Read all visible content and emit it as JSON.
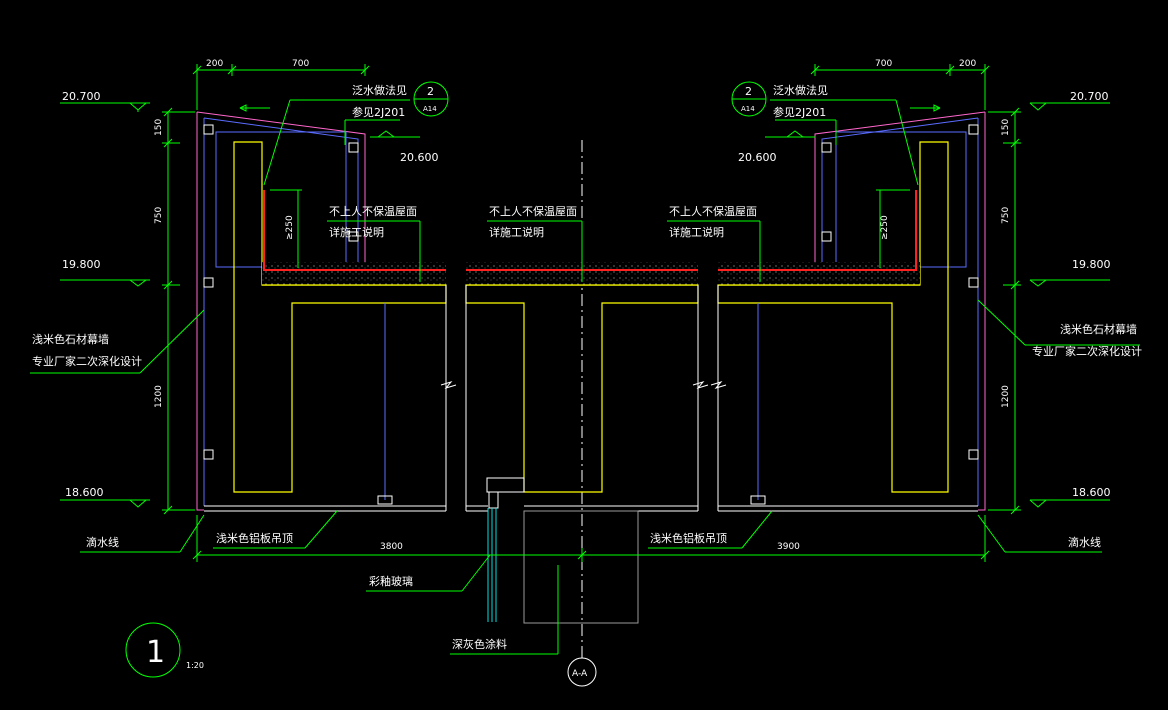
{
  "drawing": {
    "colors": {
      "background": "#000000",
      "dimension": "#00ff00",
      "concrete": "#ffff00",
      "frame": "#5a6cff",
      "glass": "#00e0e0",
      "waterproof": "#ff2020",
      "cladding": "#ff66cc"
    },
    "elevations": {
      "top_left": "20.700",
      "top_right": "20.700",
      "eave_left": "20.600",
      "eave_right": "20.600",
      "roof_left": "19.800",
      "roof_right": "19.800",
      "bottom_left": "18.600",
      "bottom_right": "18.600"
    },
    "dimensions": {
      "top_left_a": "200",
      "top_left_b": "700",
      "top_right_a": "700",
      "top_right_b": "200",
      "vert_left_1": "150",
      "vert_left_2": "750",
      "vert_left_3": "1200",
      "vert_right_1": "150",
      "vert_right_2": "750",
      "vert_right_3": "1200",
      "height_left": "≥250",
      "height_right": "≥250",
      "span_left": "3800",
      "span_right": "3900"
    },
    "labels": {
      "flashing_left_1": "泛水做法见",
      "flashing_left_2": "参见2J201",
      "flashing_right_1": "泛水做法见",
      "flashing_right_2": "参见2J201",
      "detail_no_left": "2",
      "detail_sheet_left": "A14",
      "detail_no_right": "2",
      "detail_sheet_right": "A14",
      "roof_1a": "不上人不保温屋面",
      "roof_1b": "详施工说明",
      "roof_2a": "不上人不保温屋面",
      "roof_2b": "详施工说明",
      "roof_3a": "不上人不保温屋面",
      "roof_3b": "详施工说明",
      "stone_left_1": "浅米色石材幕墙",
      "stone_left_2": "专业厂家二次深化设计",
      "stone_right_1": "浅米色石材幕墙",
      "stone_right_2": "专业厂家二次深化设计",
      "drip_left": "滴水线",
      "drip_right": "滴水线",
      "ceiling_left": "浅米色铝板吊顶",
      "ceiling_right": "浅米色铝板吊顶",
      "glass": "彩釉玻璃",
      "coating": "深灰色涂料",
      "section_mark": "A-A",
      "view_no": "1",
      "scale": "1:20"
    }
  }
}
